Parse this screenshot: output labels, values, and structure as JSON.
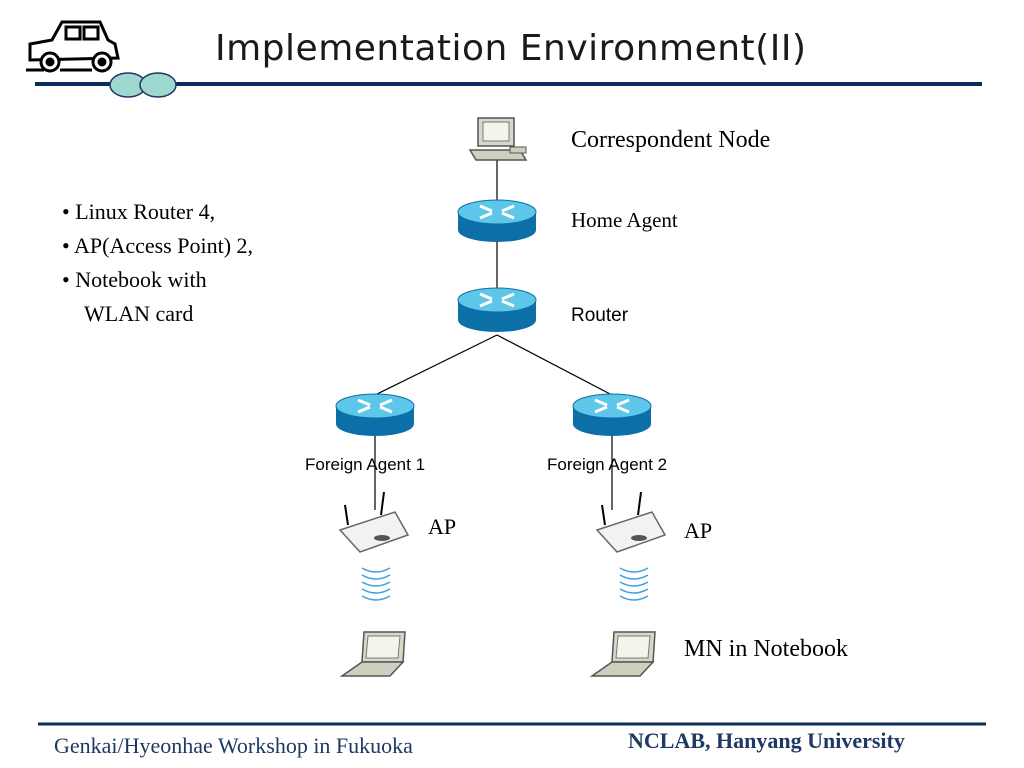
{
  "slide": {
    "title": "Implementation Environment(II)",
    "bullets": [
      "• Linux Router 4,",
      "• AP(Access Point) 2,",
      "• Notebook with",
      "WLAN card"
    ]
  },
  "diagram": {
    "correspondent_node_label": "Correspondent Node",
    "home_agent_label": "Home Agent",
    "router_label": "Router",
    "foreign_agent_1_label": "Foreign Agent 1",
    "foreign_agent_2_label": "Foreign Agent 2",
    "ap_left_label": "AP",
    "ap_right_label": "AP",
    "mobile_node_label": "MN in Notebook"
  },
  "footer": {
    "left": "Genkai/Hyeonhae Workshop in Fukuoka",
    "right": "NCLAB,  Hanyang University"
  },
  "colors": {
    "accent_line": "#0b2c5a",
    "router_top": "#5ec6e8",
    "router_body": "#0d6fa8",
    "bubble_fill": "#9ed8cf",
    "wireless_waves": "#3aa0e0"
  }
}
